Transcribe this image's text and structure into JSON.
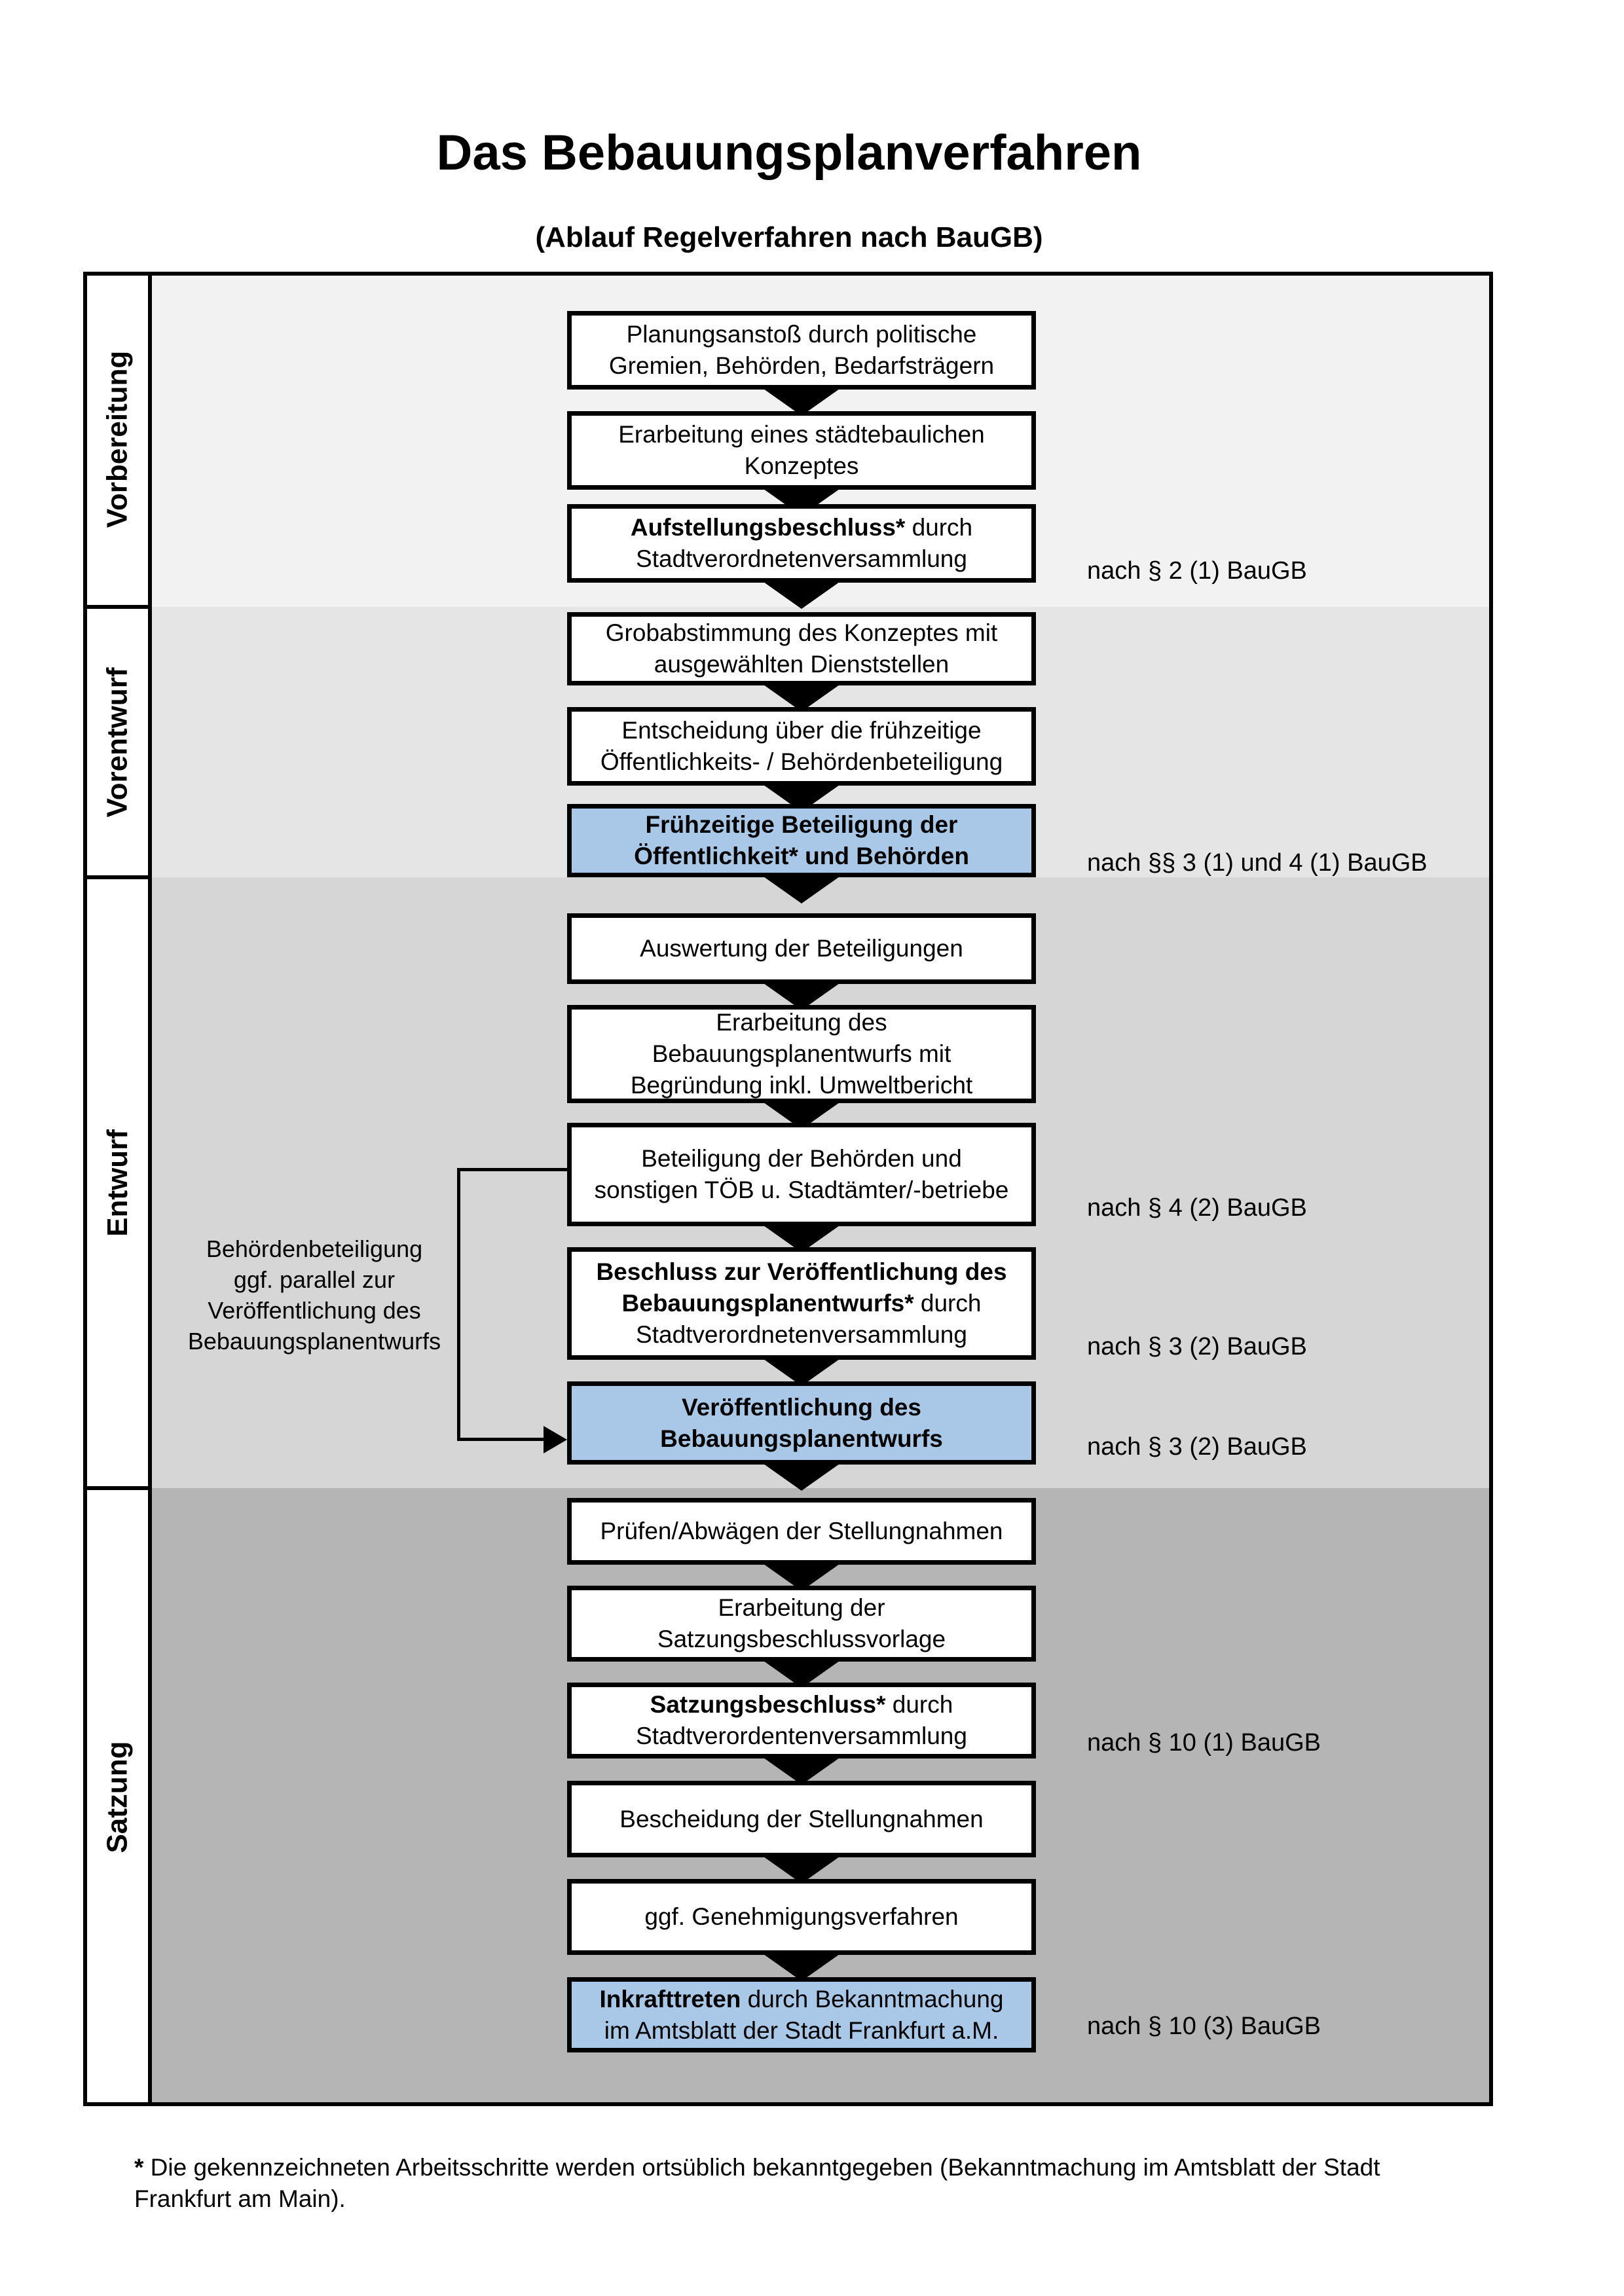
{
  "title": "Das Bebauungsplanverfahren",
  "subtitle": "(Ablauf Regelverfahren nach BauGB)",
  "colors": {
    "highlight_blue": "#a9c8e8",
    "border_black": "#000000"
  },
  "phases": [
    {
      "id": "vorbereitung",
      "label": "Vorbereitung",
      "band_color": "#f2f2f2"
    },
    {
      "id": "vorentwurf",
      "label": "Vorentwurf",
      "band_color": "#e5e5e5"
    },
    {
      "id": "entwurf",
      "label": "Entwurf",
      "band_color": "#d6d6d6"
    },
    {
      "id": "satzung",
      "label": "Satzung",
      "band_color": "#b5b5b5"
    }
  ],
  "boxes": [
    {
      "id": "planungsanstoss",
      "highlight": false,
      "ref": null,
      "lines": [
        [
          {
            "t": "Planungsanstoß durch politische"
          }
        ],
        [
          {
            "t": "Gremien, Behörden, Bedarfsträgern"
          }
        ]
      ]
    },
    {
      "id": "erarbeitung-konzept",
      "highlight": false,
      "ref": null,
      "lines": [
        [
          {
            "t": "Erarbeitung eines städtebaulichen"
          }
        ],
        [
          {
            "t": "Konzeptes"
          }
        ]
      ]
    },
    {
      "id": "aufstellungsbeschluss",
      "highlight": false,
      "ref": "nach § 2 (1) BauGB",
      "lines": [
        [
          {
            "t": "Aufstellungsbeschluss*",
            "b": true
          },
          {
            "t": " durch"
          }
        ],
        [
          {
            "t": "Stadtverordnetenversammlung"
          }
        ]
      ]
    },
    {
      "id": "grobabstimmung",
      "highlight": false,
      "ref": null,
      "lines": [
        [
          {
            "t": "Grobabstimmung des Konzeptes mit"
          }
        ],
        [
          {
            "t": "ausgewählten Dienststellen"
          }
        ]
      ]
    },
    {
      "id": "entscheidung",
      "highlight": false,
      "ref": null,
      "lines": [
        [
          {
            "t": "Entscheidung über die frühzeitige"
          }
        ],
        [
          {
            "t": "Öffentlichkeits- / Behördenbeteiligung"
          }
        ]
      ]
    },
    {
      "id": "fruehzeitige-beteiligung",
      "highlight": true,
      "ref": "nach §§ 3 (1) und 4 (1) BauGB",
      "lines": [
        [
          {
            "t": "Frühzeitige Beteiligung der",
            "b": true
          }
        ],
        [
          {
            "t": "Öffentlichkeit* und Behörden",
            "b": true
          }
        ]
      ]
    },
    {
      "id": "auswertung",
      "highlight": false,
      "ref": null,
      "lines": [
        [
          {
            "t": "Auswertung der Beteiligungen"
          }
        ]
      ]
    },
    {
      "id": "erarbeitung-bebauungsplanentwurf",
      "highlight": false,
      "ref": null,
      "lines": [
        [
          {
            "t": "Erarbeitung des"
          }
        ],
        [
          {
            "t": "Bebauungsplanentwurfs mit"
          }
        ],
        [
          {
            "t": "Begründung inkl. Umweltbericht"
          }
        ]
      ]
    },
    {
      "id": "beteiligung-behoerden",
      "highlight": false,
      "ref": "nach § 4 (2) BauGB",
      "lines": [
        [
          {
            "t": "Beteiligung der Behörden und"
          }
        ],
        [
          {
            "t": "sonstigen TÖB u. Stadtämter/-betriebe"
          }
        ]
      ]
    },
    {
      "id": "beschluss-veroeffentlichung",
      "highlight": false,
      "ref": "nach § 3 (2) BauGB",
      "lines": [
        [
          {
            "t": "Beschluss zur Veröffentlichung des",
            "b": true
          }
        ],
        [
          {
            "t": "Bebauungsplanentwurfs*",
            "b": true
          },
          {
            "t": " durch"
          }
        ],
        [
          {
            "t": "Stadtverordnetenversammlung"
          }
        ]
      ]
    },
    {
      "id": "veroeffentlichung",
      "highlight": true,
      "ref": "nach § 3 (2) BauGB",
      "lines": [
        [
          {
            "t": "Veröffentlichung des",
            "b": true
          }
        ],
        [
          {
            "t": "Bebauungsplanentwurfs",
            "b": true
          }
        ]
      ]
    },
    {
      "id": "pruefen-abwaegen",
      "highlight": false,
      "ref": null,
      "lines": [
        [
          {
            "t": "Prüfen/Abwägen der Stellungnahmen"
          }
        ]
      ]
    },
    {
      "id": "erarbeitung-satzungsvorlage",
      "highlight": false,
      "ref": null,
      "lines": [
        [
          {
            "t": "Erarbeitung der"
          }
        ],
        [
          {
            "t": "Satzungsbeschlussvorlage"
          }
        ]
      ]
    },
    {
      "id": "satzungsbeschluss",
      "highlight": false,
      "ref": "nach § 10 (1) BauGB",
      "lines": [
        [
          {
            "t": "Satzungsbeschluss*",
            "b": true
          },
          {
            "t": " durch"
          }
        ],
        [
          {
            "t": "Stadtverordentenversammlung"
          }
        ]
      ]
    },
    {
      "id": "bescheidung",
      "highlight": false,
      "ref": null,
      "lines": [
        [
          {
            "t": "Bescheidung der Stellungnahmen"
          }
        ]
      ]
    },
    {
      "id": "genehmigungsverfahren",
      "highlight": false,
      "ref": null,
      "lines": [
        [
          {
            "t": "ggf. Genehmigungsverfahren"
          }
        ]
      ]
    },
    {
      "id": "inkrafttreten",
      "highlight": true,
      "ref": "nach § 10 (3) BauGB",
      "lines": [
        [
          {
            "t": "Inkrafttreten",
            "b": true
          },
          {
            "t": " durch Bekanntmachung"
          }
        ],
        [
          {
            "t": "im Amtsblatt der Stadt Frankfurt a.M."
          }
        ]
      ]
    }
  ],
  "side_note": {
    "lines": [
      "Behördenbeteiligung",
      "ggf. parallel zur",
      "Veröffentlichung des",
      "Bebauungsplanentwurfs"
    ]
  },
  "footnote": {
    "marker": "*",
    "line1": " Die gekennzeichneten Arbeitsschritte werden ortsüblich bekanntgegeben (Bekanntmachung im Amtsblatt  der Stadt",
    "line2": "Frankfurt am Main)."
  }
}
